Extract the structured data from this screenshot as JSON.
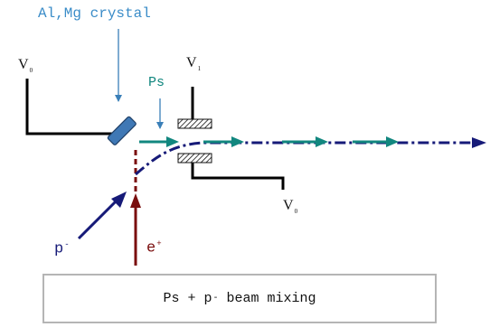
{
  "labels": {
    "crystal": "Al,Mg crystal",
    "ps": "Ps",
    "v0_left": {
      "main": "V",
      "sub": "0"
    },
    "v1": {
      "main": "V",
      "sub": "1"
    },
    "v0_right": {
      "main": "V",
      "sub": "0"
    },
    "antiproton": {
      "main": "p",
      "sup": "-"
    },
    "positron": {
      "main": "e",
      "sup": "+"
    }
  },
  "caption": {
    "pre": "Ps + p",
    "sup": "-",
    "post": " beam mixing"
  },
  "colors": {
    "electrode": "#000000",
    "crystal_label": "#3a8cc8",
    "crystal_arrow": "#3a7fb8",
    "crystal_fill": "#3f78b5",
    "ps": "#12877f",
    "antiproton": "#161a78",
    "positron": "#7a0e0e",
    "caption_border": "#b5b5b5"
  }
}
